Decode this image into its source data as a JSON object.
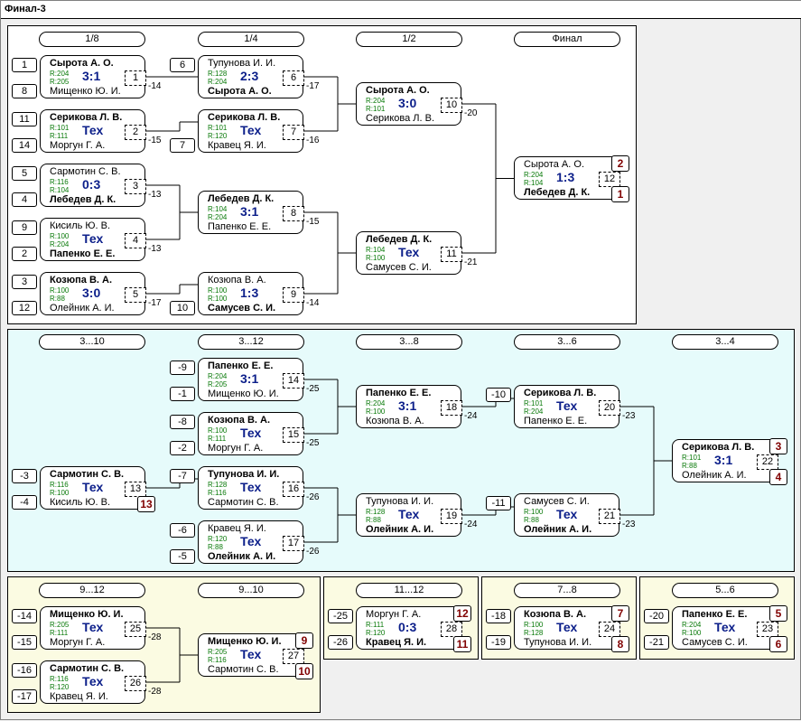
{
  "window": {
    "title": "Финал-3"
  },
  "sections": {
    "main": {
      "rounds": [
        "1/8",
        "1/4",
        "1/2",
        "Финал"
      ]
    },
    "consolation": {
      "rounds": [
        "3...10",
        "3...12",
        "3...8",
        "3...6",
        "3...4"
      ]
    },
    "p9_12": {
      "rounds": [
        "9...12",
        "9...10"
      ]
    },
    "p11_12": {
      "rounds": [
        "11...12"
      ]
    },
    "p7_8": {
      "rounds": [
        "7...8"
      ]
    },
    "p5_6": {
      "rounds": [
        "5...6"
      ]
    }
  },
  "matches": [
    {
      "num": "1",
      "p1": "Сырота А. О.",
      "p2": "Мищенко Ю. И.",
      "r1": "R:204",
      "r2": "R:205",
      "score": "3:1",
      "w": 1,
      "seed1": "1",
      "seed2": "8",
      "out": "-14"
    },
    {
      "num": "2",
      "p1": "Серикова Л. В.",
      "p2": "Моргун Г. А.",
      "r1": "R:101",
      "r2": "R:111",
      "score": "Тех",
      "w": 1,
      "seed1": "11",
      "seed2": "14",
      "out": "-15"
    },
    {
      "num": "3",
      "p1": "Сармотин С. В.",
      "p2": "Лебедев Д. К.",
      "r1": "R:116",
      "r2": "R:104",
      "score": "0:3",
      "w": 2,
      "seed1": "5",
      "seed2": "4",
      "out": "-13"
    },
    {
      "num": "4",
      "p1": "Кисиль Ю. В.",
      "p2": "Папенко Е. Е.",
      "r1": "R:100",
      "r2": "R:204",
      "score": "Тех",
      "w": 2,
      "seed1": "9",
      "seed2": "2",
      "out": "-13"
    },
    {
      "num": "5",
      "p1": "Козюпа В. А.",
      "p2": "Олейник А. И.",
      "r1": "R:100",
      "r2": "R:88",
      "score": "3:0",
      "w": 1,
      "seed1": "3",
      "seed2": "12",
      "out": "-17"
    },
    {
      "num": "6",
      "p1": "Тупунова И. И.",
      "p2": "Сырота А. О.",
      "r1": "R:128",
      "r2": "R:204",
      "score": "2:3",
      "w": 2,
      "seed1": "6",
      "out": "-17"
    },
    {
      "num": "7",
      "p1": "Серикова Л. В.",
      "p2": "Кравец Я. И.",
      "r1": "R:101",
      "r2": "R:120",
      "score": "Тех",
      "w": 1,
      "seed2": "7",
      "out": "-16"
    },
    {
      "num": "8",
      "p1": "Лебедев Д. К.",
      "p2": "Папенко Е. Е.",
      "r1": "R:104",
      "r2": "R:204",
      "score": "3:1",
      "w": 1,
      "out": "-15"
    },
    {
      "num": "9",
      "p1": "Козюпа В. А.",
      "p2": "Самусев С. И.",
      "r1": "R:100",
      "r2": "R:100",
      "score": "1:3",
      "w": 2,
      "seed2": "10",
      "out": "-14"
    },
    {
      "num": "10",
      "p1": "Сырота А. О.",
      "p2": "Серикова Л. В.",
      "r1": "R:204",
      "r2": "R:101",
      "score": "3:0",
      "w": 1,
      "out": "-20"
    },
    {
      "num": "11",
      "p1": "Лебедев Д. К.",
      "p2": "Самусев С. И.",
      "r1": "R:104",
      "r2": "R:100",
      "score": "Тех",
      "w": 1,
      "out": "-21"
    },
    {
      "num": "12",
      "p1": "Сырота А. О.",
      "p2": "Лебедев Д. К.",
      "r1": "R:204",
      "r2": "R:104",
      "score": "1:3",
      "w": 2,
      "place1": "2",
      "place2": "1"
    },
    {
      "num": "14",
      "p1": "Папенко Е. Е.",
      "p2": "Мищенко Ю. И.",
      "r1": "R:204",
      "r2": "R:205",
      "score": "3:1",
      "w": 1,
      "seed1": "-9",
      "seed2": "-1",
      "out": "-25"
    },
    {
      "num": "15",
      "p1": "Козюпа В. А.",
      "p2": "Моргун Г. А.",
      "r1": "R:100",
      "r2": "R:111",
      "score": "Тех",
      "w": 1,
      "seed1": "-8",
      "seed2": "-2",
      "out": "-25"
    },
    {
      "num": "13",
      "p1": "Сармотин С. В.",
      "p2": "Кисиль Ю. В.",
      "r1": "R:116",
      "r2": "R:100",
      "score": "Тех",
      "w": 1,
      "seed1": "-3",
      "seed2": "-4",
      "place2": "13"
    },
    {
      "num": "16",
      "p1": "Тупунова И. И.",
      "p2": "Сармотин С. В.",
      "r1": "R:128",
      "r2": "R:116",
      "score": "Тех",
      "w": 1,
      "seed1": "-7",
      "out": "-26"
    },
    {
      "num": "17",
      "p1": "Кравец Я. И.",
      "p2": "Олейник А. И.",
      "r1": "R:120",
      "r2": "R:88",
      "score": "Тех",
      "w": 2,
      "seed1": "-6",
      "seed2": "-5",
      "out": "-26"
    },
    {
      "num": "18",
      "p1": "Папенко Е. Е.",
      "p2": "Козюпа В. А.",
      "r1": "R:204",
      "r2": "R:100",
      "score": "3:1",
      "w": 1,
      "out": "-24"
    },
    {
      "num": "19",
      "p1": "Тупунова И. И.",
      "p2": "Олейник А. И.",
      "r1": "R:128",
      "r2": "R:88",
      "score": "Тех",
      "w": 2,
      "out": "-24"
    },
    {
      "num": "20",
      "p1": "Серикова Л. В.",
      "p2": "Папенко Е. Е.",
      "r1": "R:101",
      "r2": "R:204",
      "score": "Тех",
      "w": 1,
      "seed1": "-10",
      "out": "-23"
    },
    {
      "num": "21",
      "p1": "Самусев С. И.",
      "p2": "Олейник А. И.",
      "r1": "R:100",
      "r2": "R:88",
      "score": "Тех",
      "w": 2,
      "seed1": "-11",
      "out": "-23"
    },
    {
      "num": "22",
      "p1": "Серикова Л. В.",
      "p2": "Олейник А. И.",
      "r1": "R:101",
      "r2": "R:88",
      "score": "3:1",
      "w": 1,
      "place1": "3",
      "place2": "4"
    },
    {
      "num": "25",
      "p1": "Мищенко Ю. И.",
      "p2": "Моргун Г. А.",
      "r1": "R:205",
      "r2": "R:111",
      "score": "Тех",
      "w": 1,
      "seed1": "-14",
      "seed2": "-15",
      "out": "-28"
    },
    {
      "num": "26",
      "p1": "Сармотин С. В.",
      "p2": "Кравец Я. И.",
      "r1": "R:116",
      "r2": "R:120",
      "score": "Тех",
      "w": 1,
      "seed1": "-16",
      "seed2": "-17",
      "out": "-28"
    },
    {
      "num": "27",
      "p1": "Мищенко Ю. И.",
      "p2": "Сармотин С. В.",
      "r1": "R:205",
      "r2": "R:116",
      "score": "Тех",
      "w": 1,
      "place1": "9",
      "place2": "10"
    },
    {
      "num": "28",
      "p1": "Моргун Г. А.",
      "p2": "Кравец Я. И.",
      "r1": "R:111",
      "r2": "R:120",
      "score": "0:3",
      "w": 2,
      "seed1": "-25",
      "seed2": "-26",
      "place1": "12",
      "place2": "11"
    },
    {
      "num": "24",
      "p1": "Козюпа В. А.",
      "p2": "Тупунова И. И.",
      "r1": "R:100",
      "r2": "R:128",
      "score": "Тех",
      "w": 1,
      "seed1": "-18",
      "seed2": "-19",
      "place1": "7",
      "place2": "8"
    },
    {
      "num": "23",
      "p1": "Папенко Е. Е.",
      "p2": "Самусев С. И.",
      "r1": "R:204",
      "r2": "R:100",
      "score": "Тех",
      "w": 1,
      "seed1": "-20",
      "seed2": "-21",
      "place1": "5",
      "place2": "6"
    }
  ]
}
